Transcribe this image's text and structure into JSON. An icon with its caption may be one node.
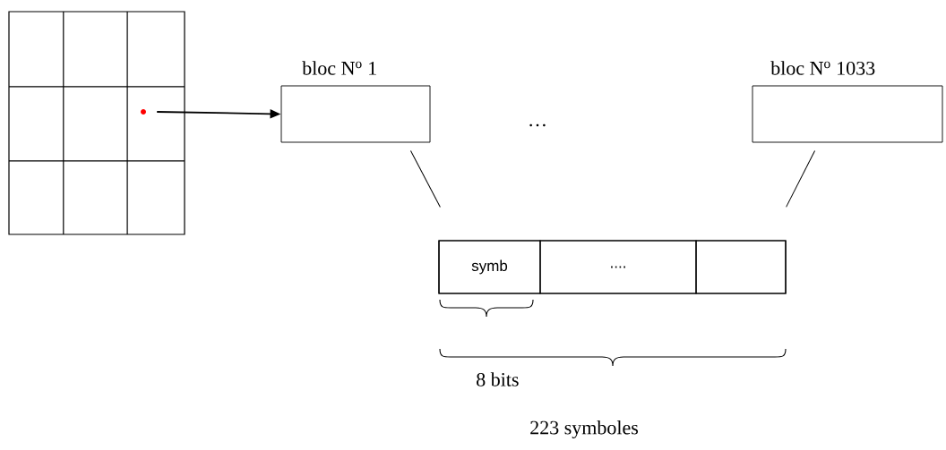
{
  "diagram": {
    "nodes": [
      {
        "text": [],
        "shape": "box"
      },
      {
        "text": [],
        "shape": "circle",
        "in": 0
      },
      {
        "text": [
          "bloc N$^{o}$ 1"
        ]
      },
      {
        "text": [
          "bloc N$^{o}$ 1033"
        ]
      },
      {
        "text": [],
        "shape": "bar"
      },
      {
        "text": [
          "symb"
        ],
        "in": 4
      },
      {
        "text": [
          "...."
        ],
        "in": 4
      },
      {
        "text": [],
        "shape": "box",
        "in": 4
      }
    ],
    "edges": [
      {
        "from": 1,
        "to": 2,
        "arrow": "to"
      },
      {
        "from": 2,
        "to": 4,
        "arrow": "none"
      },
      {
        "from": 3,
        "to": 4,
        "arrow": "none"
      }
    ],
    "labels": [
      "…",
      "8 bits",
      "223 symboles"
    ]
  }
}
